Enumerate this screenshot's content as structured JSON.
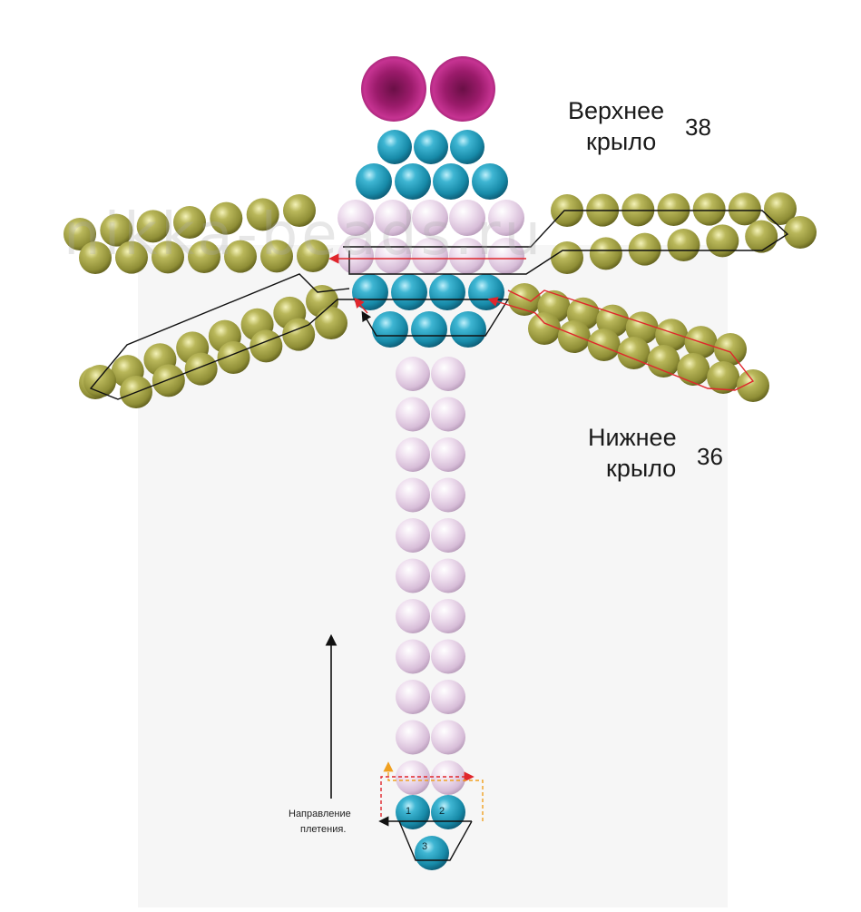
{
  "diagram": {
    "upper_wing": {
      "title_line1": "Верхнее",
      "title_line2": "крыло",
      "count": "38"
    },
    "lower_wing": {
      "title_line1": "Нижнее",
      "title_line2": "крыло",
      "count": "36"
    },
    "direction": {
      "line1": "Направление",
      "line2": "плетения."
    },
    "bead_numbers": [
      "1",
      "2",
      "3"
    ],
    "watermark": "nikka-beads.ru"
  },
  "colors": {
    "eye": "#b3257f",
    "teal": "#1f97b5",
    "pink": "#e9d6ea",
    "olive": "#a3a24a",
    "thread_black": "#111111",
    "thread_red": "#e0262c",
    "thread_orange": "#f0a020"
  }
}
